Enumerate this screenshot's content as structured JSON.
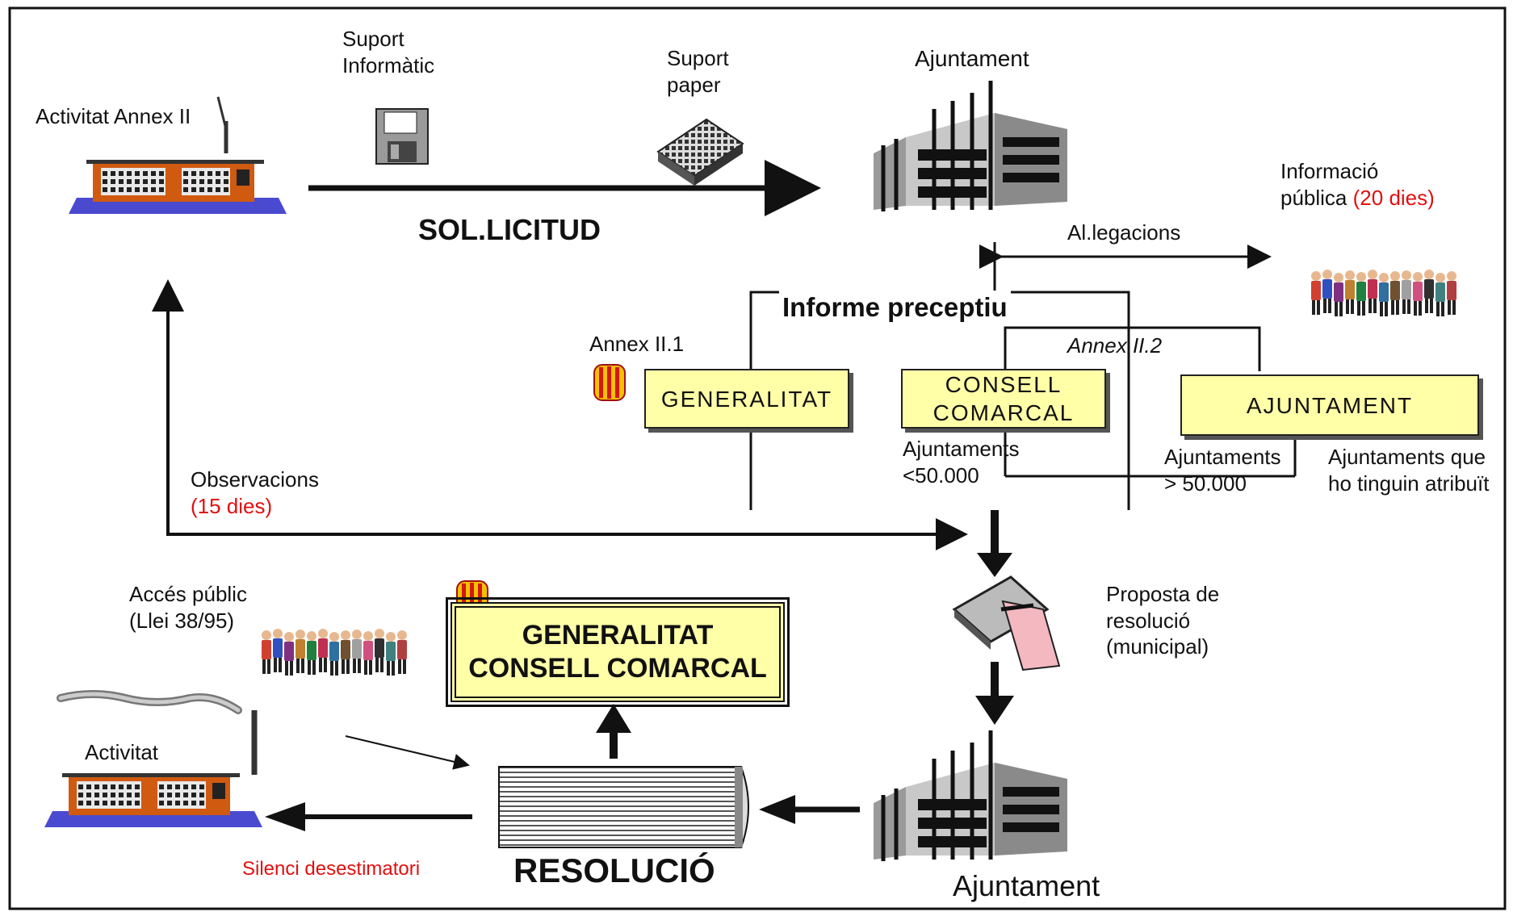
{
  "labels": {
    "suport_informatic_1": "Suport",
    "suport_informatic_2": "Informàtic",
    "suport_paper_1": "Suport",
    "suport_paper_2": "paper",
    "activitat_annex": "Activitat Annex II",
    "ajuntament_top": "Ajuntament",
    "sollicitud": "SOL.LICITUD",
    "informacio_1": "Informació",
    "informacio_2": "pública",
    "informacio_days": "(20 dies)",
    "allegacions": "Al.legacions",
    "informe_preceptiu": "Informe preceptiu",
    "annex_ii1": "Annex II.1",
    "annex_ii2": "Annex II.2",
    "ajuntaments_lt_1": "Ajuntaments",
    "ajuntaments_lt_2": "<50.000",
    "ajuntaments_gt_1": "Ajuntaments",
    "ajuntaments_gt_2": "> 50.000",
    "atribuit_1": "Ajuntaments  que",
    "atribuit_2": "ho tinguin atribuït",
    "observacions": "Observacions",
    "observacions_days": "(15 dies)",
    "acces_1": "Accés públic",
    "acces_2": "(Llei 38/95)",
    "proposta_1": "Proposta de",
    "proposta_2": "resolució",
    "proposta_3": "(municipal)",
    "activitat": "Activitat",
    "resolucio": "RESOLUCIÓ",
    "silenci": "Silenci desestimatori",
    "ajuntament_bottom": "Ajuntament"
  },
  "boxes": {
    "generalitat": "GENERALITAT",
    "consell_1": "CONSELL",
    "consell_2": "COMARCAL",
    "ajuntament": "AJUNTAMENT",
    "resol_1": "GENERALITAT",
    "resol_2": "CONSELL COMARCAL"
  },
  "colors": {
    "box_fill": "#ffffa8",
    "red_text": "#e01010",
    "factory_blue": "#4a4ad0",
    "factory_orange": "#d05a10"
  },
  "icons": [
    "factory-icon",
    "floppy-disk-icon",
    "paper-stack-icon",
    "city-hall-icon",
    "crowd-icon",
    "catalan-shield-icon",
    "document-hand-icon",
    "resolution-paper-stack-icon"
  ]
}
